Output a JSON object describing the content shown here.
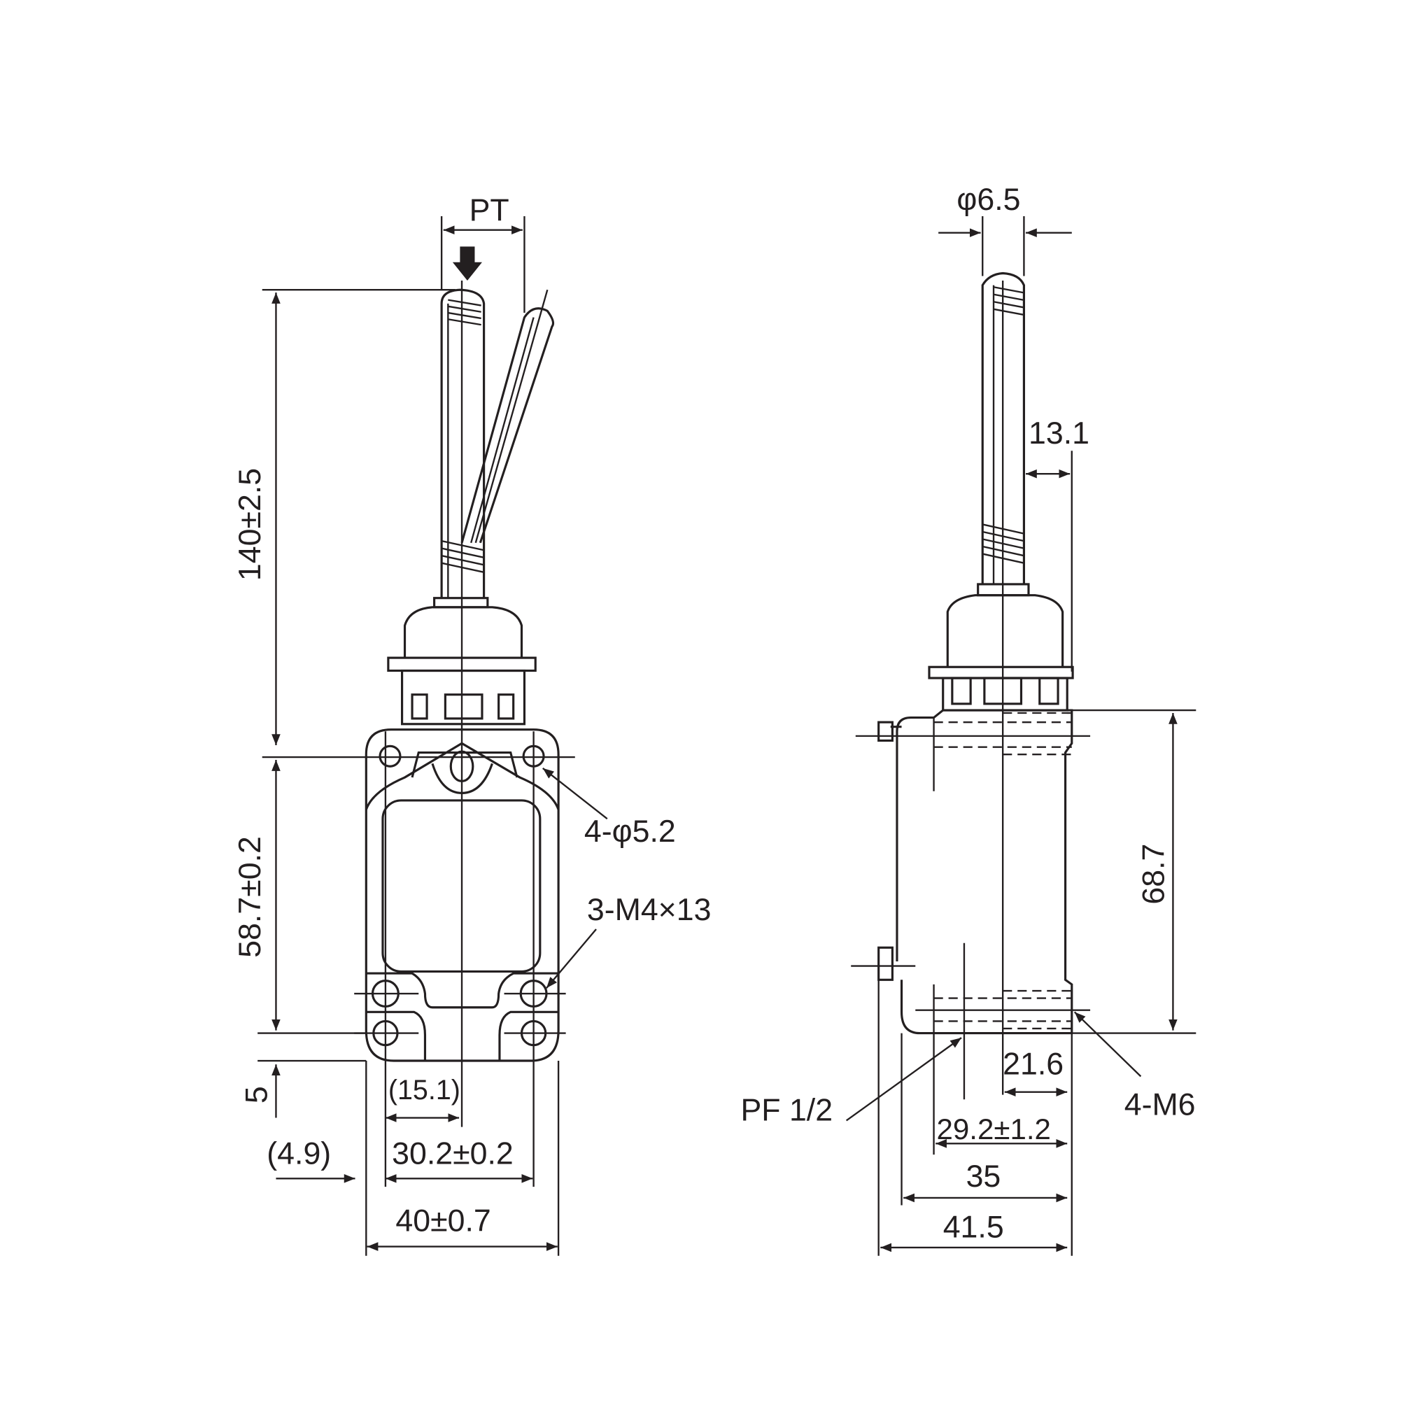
{
  "front_view": {
    "labels": {
      "pt": "PT",
      "overall_height": "140±2.5",
      "mount_height": "58.7±0.2",
      "offset_5": "5",
      "offset_4_9": "(4.9)",
      "center_15_1": "(15.1)",
      "hole_spacing": "30.2±0.2",
      "width": "40±0.7",
      "mount_holes": "4-φ5.2",
      "screws": "3-M4×13"
    }
  },
  "side_view": {
    "labels": {
      "rod_diameter": "φ6.5",
      "rod_offset": "13.1",
      "height": "68.7",
      "conduit": "PF 1/2",
      "thread": "4-M6",
      "d_21_6": "21.6",
      "d_29_2": "29.2±1.2",
      "d_35": "35",
      "d_41_5": "41.5"
    }
  },
  "colors": {
    "line": "#231f20",
    "background": "#ffffff"
  }
}
